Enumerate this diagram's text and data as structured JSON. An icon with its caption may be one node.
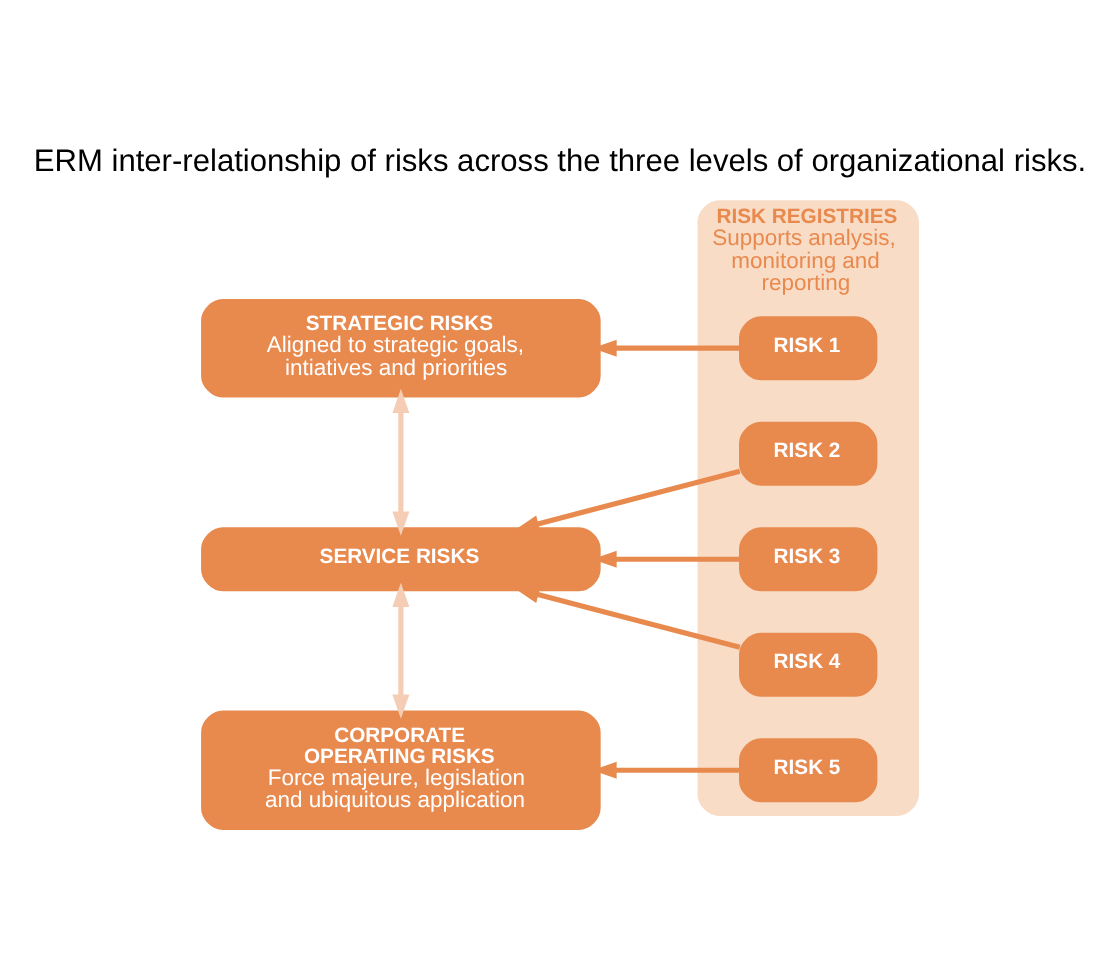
{
  "diagram": {
    "title": "ERM inter-relationship of risks across the three levels of organizational risks.",
    "nodes": [
      {
        "text": [
          "STRATEGIC RISKS",
          "Aligned to strategic goals, intiatives and priorities"
        ]
      },
      {
        "text": [
          "SERVICE RISKS"
        ]
      },
      {
        "text": [
          "CORPORATE OPERATING RISKS",
          "Force majeure, legislation and ubiquitous application"
        ]
      },
      {
        "text": [
          "RISK REGISTRIES",
          "Supports analysis, monitoring and reporting"
        ]
      },
      {
        "text": [
          "RISK 1"
        ],
        "in": 3
      },
      {
        "text": [
          "RISK 2"
        ],
        "in": 3
      },
      {
        "text": [
          "RISK 3"
        ],
        "in": 3
      },
      {
        "text": [
          "RISK 4"
        ],
        "in": 3
      },
      {
        "text": [
          "RISK 5"
        ],
        "in": 3
      }
    ],
    "edges": [
      {
        "from": 4,
        "to": 0,
        "arrow": "to"
      },
      {
        "from": 5,
        "to": 1,
        "arrow": "to"
      },
      {
        "from": 6,
        "to": 1,
        "arrow": "to"
      },
      {
        "from": 7,
        "to": 1,
        "arrow": "to"
      },
      {
        "from": 8,
        "to": 2,
        "arrow": "to"
      },
      {
        "from": 0,
        "to": 1,
        "arrow": "both",
        "color": "#f5cdb4"
      },
      {
        "from": 1,
        "to": 2,
        "arrow": "both",
        "color": "#f5cdb4"
      }
    ]
  }
}
